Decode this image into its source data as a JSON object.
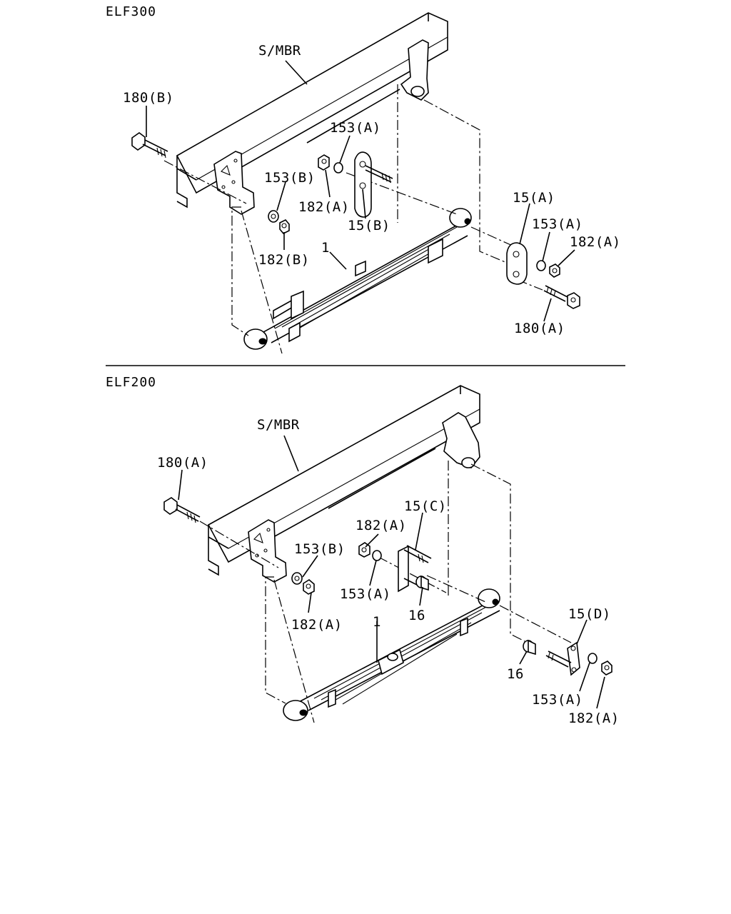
{
  "panels": [
    {
      "title": "ELF300",
      "labels": [
        "S/MBR",
        "180(B)",
        "153(A)",
        "153(B)",
        "182(A)",
        "15(B)",
        "182(B)",
        "1",
        "15(A)",
        "153(A)",
        "182(A)",
        "180(A)"
      ]
    },
    {
      "title": "ELF200",
      "labels": [
        "S/MBR",
        "180(A)",
        "15(C)",
        "182(A)",
        "153(B)",
        "153(A)",
        "16",
        "182(A)",
        "1",
        "15(D)",
        "16",
        "153(A)",
        "182(A)"
      ]
    }
  ]
}
